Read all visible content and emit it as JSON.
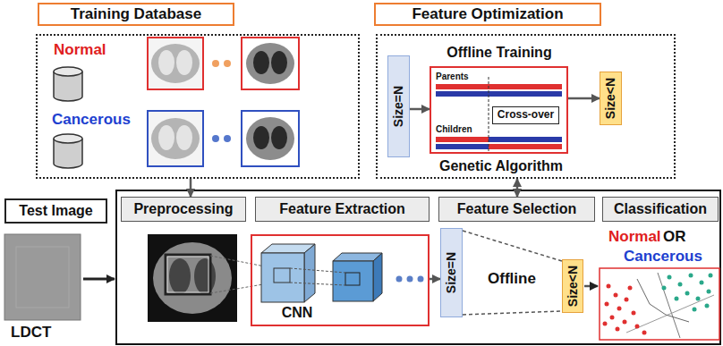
{
  "diagram": {
    "nodes": [
      {
        "text": [
          "Training Database"
        ]
      },
      {
        "text": [
          "Normal",
          "Cancerous"
        ]
      },
      {
        "text": [
          "Feature Optimization"
        ]
      },
      {
        "text": [
          "Genetic Algorithm"
        ]
      },
      {
        "text": [
          "Size=N"
        ],
        "in": 3
      },
      {
        "text": [
          "Offline Training",
          "Parents",
          "Children"
        ],
        "in": 3
      },
      {
        "text": [
          "Cross-over"
        ],
        "in": 5
      },
      {
        "text": [
          "Size<N"
        ],
        "in": 3
      },
      {
        "text": [
          "Test Image"
        ]
      },
      {
        "text": [
          "Preprocessing"
        ]
      },
      {
        "text": [
          "Feature Extraction"
        ]
      },
      {
        "text": [
          "Feature Selection"
        ]
      },
      {
        "text": [
          "Classification"
        ]
      },
      {
        "text": [
          "CNN"
        ]
      },
      {
        "text": [
          "Size=N"
        ]
      },
      {
        "text": [
          "Size<N"
        ]
      }
    ],
    "edges": [
      {
        "from": 1,
        "to": 9,
        "arrow": "to"
      },
      {
        "from": 3,
        "to": 11,
        "arrow": "both"
      },
      {
        "from": 4,
        "to": 5,
        "arrow": "to"
      },
      {
        "from": 5,
        "to": 7,
        "arrow": "to"
      },
      {
        "from": 13,
        "to": 14,
        "arrow": "to"
      },
      {
        "from": 14,
        "to": 15,
        "arrow": "none"
      }
    ],
    "labels": [
      "LDCT",
      "Offline",
      "Normal",
      "OR",
      "Cancerous"
    ]
  }
}
